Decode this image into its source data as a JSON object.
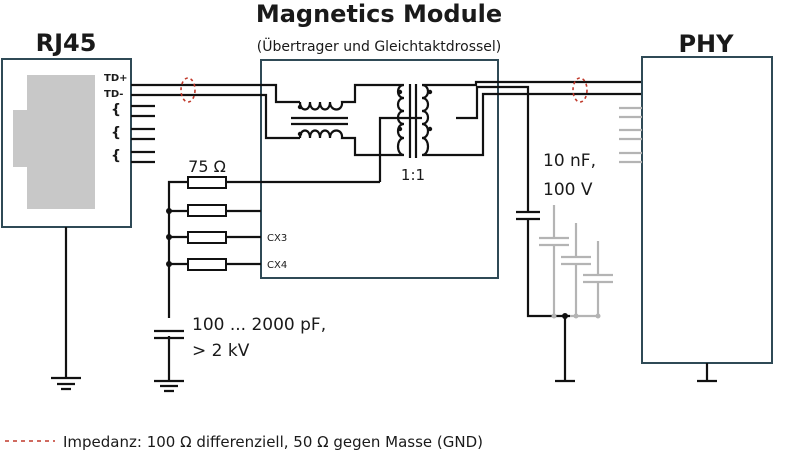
{
  "title": {
    "main": "Magnetics Module",
    "subtitle": "(Übertrager und Gleichtaktdrossel)"
  },
  "blocks": {
    "rj45": {
      "label": "RJ45",
      "pins": [
        "TD+",
        "TD-"
      ],
      "unused_pair_symbol": "{"
    },
    "magnetics": {
      "pins": [
        "CX3",
        "CX4"
      ],
      "ratio": "1:1"
    },
    "phy": {
      "label": "PHY"
    }
  },
  "components": {
    "resistor_value": "75 Ω",
    "cap_left_line1": "100 ... 2000 pF,",
    "cap_left_line2": "> 2 kV",
    "cap_right_line1": "10 nF,",
    "cap_right_line2": "100 V"
  },
  "legend": {
    "text": "Impedanz: 100 Ω differenziell, 50 Ω gegen Masse  (GND)",
    "color": "#c0392b"
  },
  "colors": {
    "wire": "#111111",
    "box_border": "#2f4a56",
    "connector_fill": "#c8c8c8",
    "ghost": "#b4b4b4"
  }
}
